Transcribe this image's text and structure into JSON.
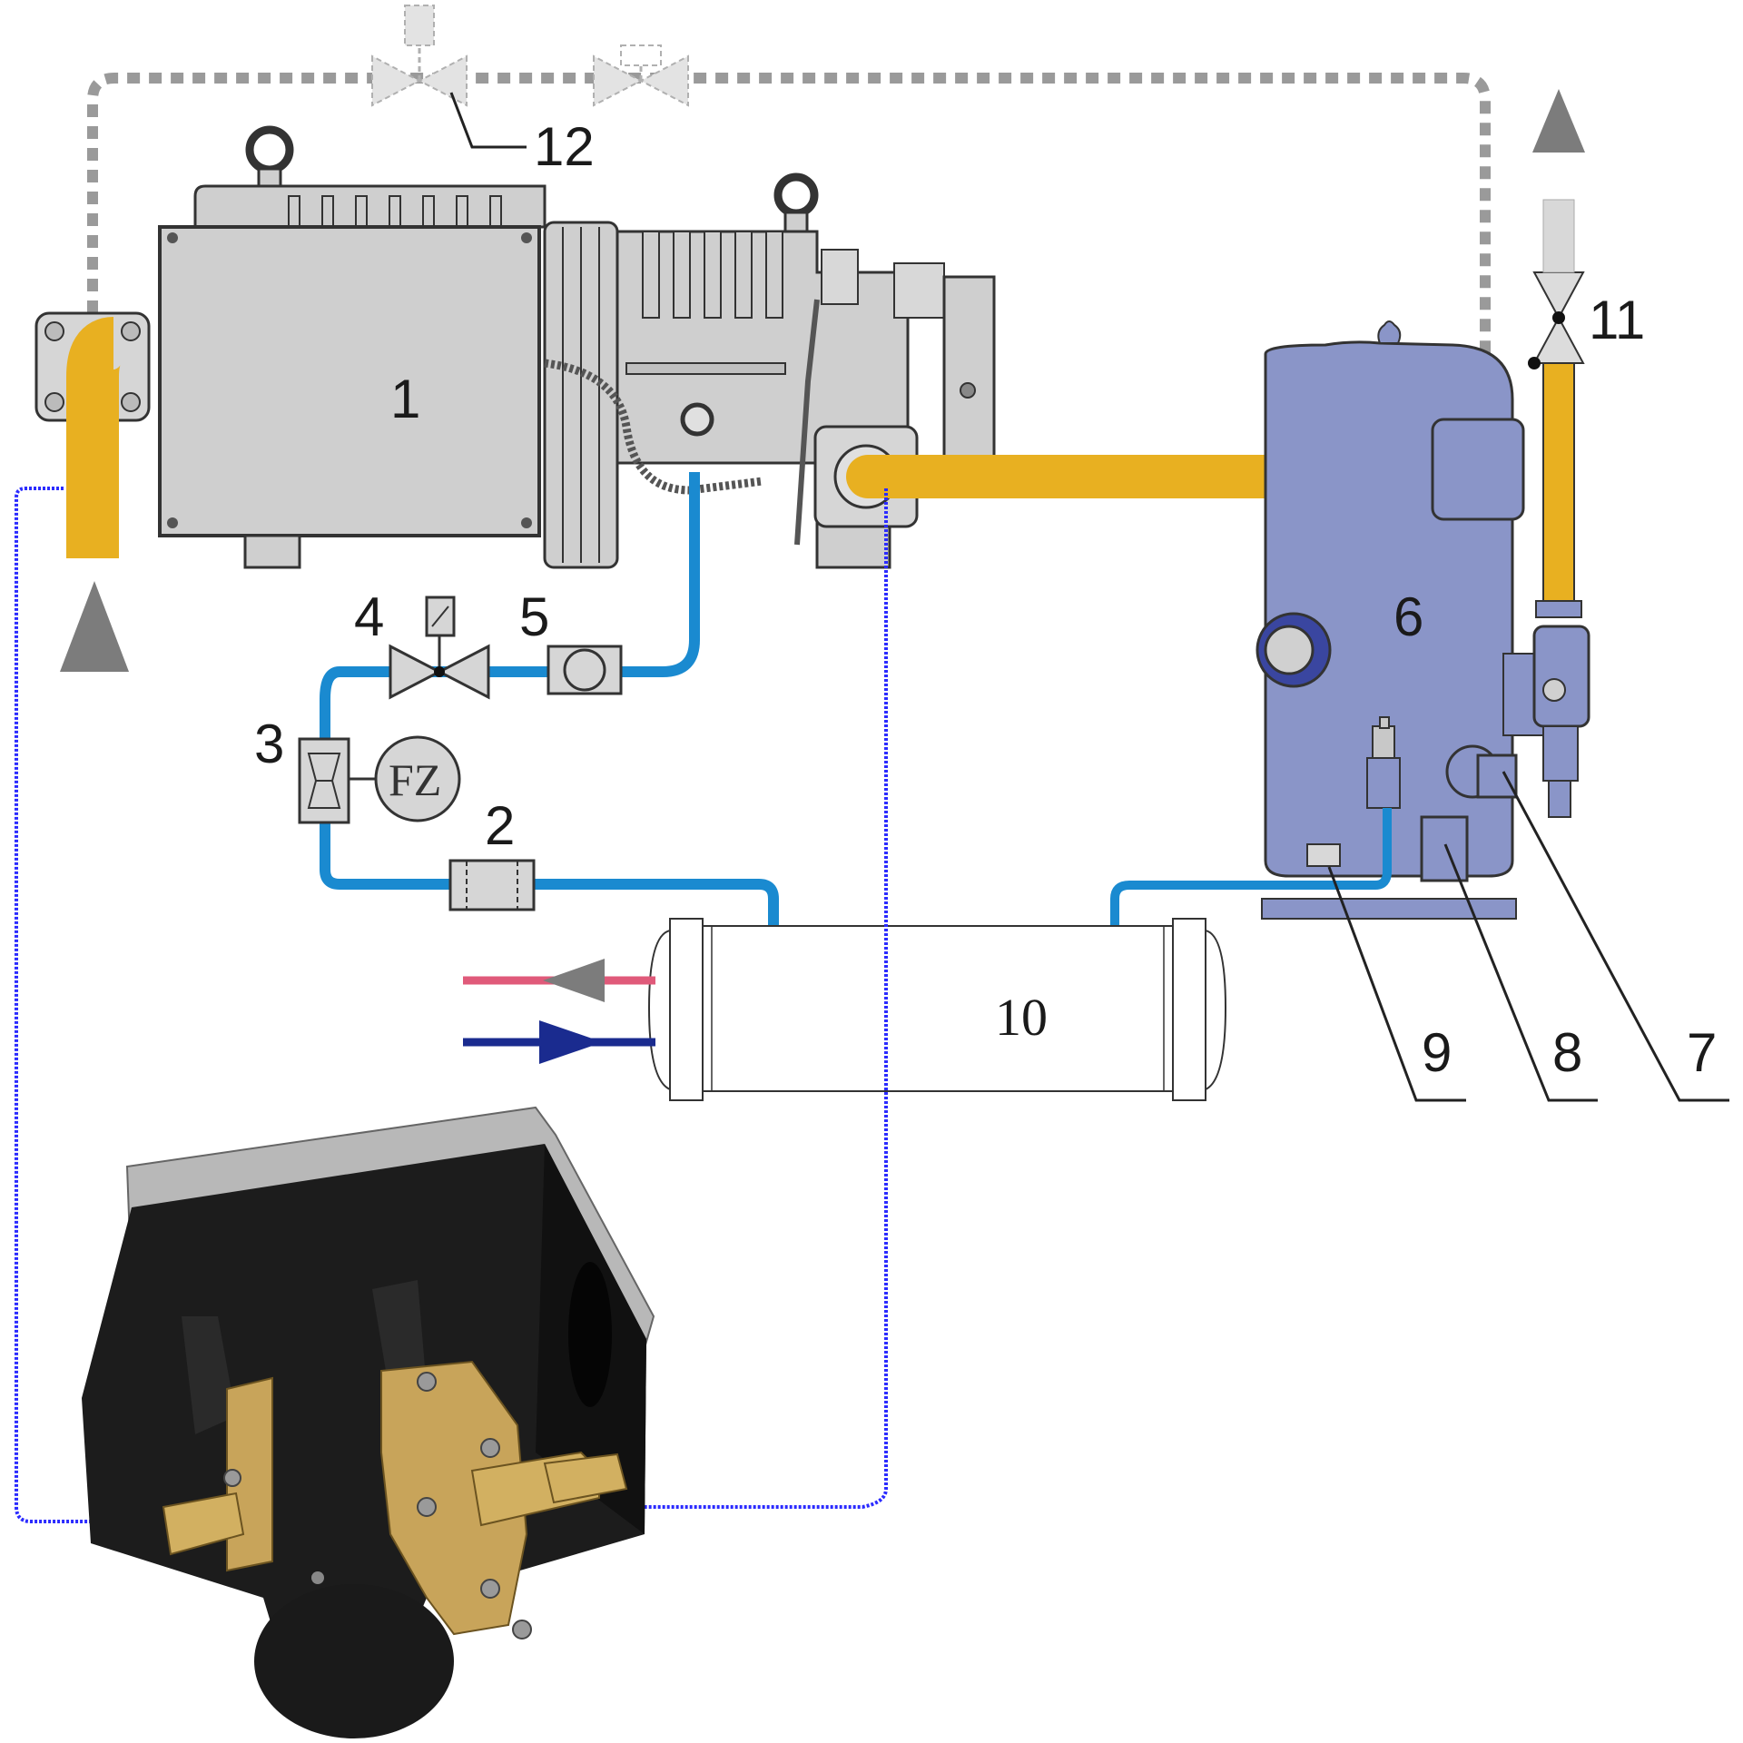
{
  "labels": {
    "c1": "1",
    "c2": "2",
    "c3": "3",
    "c4": "4",
    "c5": "5",
    "c6": "6",
    "c7": "7",
    "c8": "8",
    "c9": "9",
    "c10": "10",
    "c11": "11",
    "c12": "12",
    "fz": "FZ"
  },
  "colors": {
    "discharge_pipe": "#e8b021",
    "oil_line": "#1a8ad0",
    "pressure_line": "#2b2bff",
    "vessel": "#8a95c8",
    "compressor": "#cfcfcf",
    "hot_water": "#e05a7a",
    "cold_water": "#1a2b8f",
    "gas_line": "#9a9a9a",
    "switch_body": "#1a1a1a",
    "brass": "#c8a45a"
  }
}
